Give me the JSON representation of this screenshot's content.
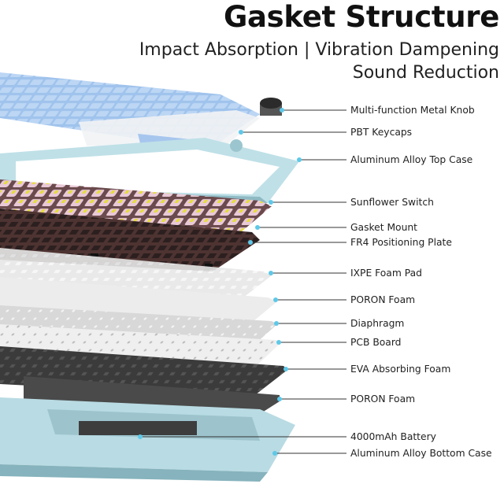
{
  "header": {
    "title": "Gasket Structure",
    "subtitle_line1": "Impact Absorption | Vibration Dampening",
    "subtitle_line2": "Sound Reduction"
  },
  "layers": [
    {
      "label": "Multi-function Metal Knob"
    },
    {
      "label": "PBT Keycaps"
    },
    {
      "label": "Aluminum Alloy Top Case"
    },
    {
      "label": "Sunflower Switch"
    },
    {
      "label": "Gasket Mount"
    },
    {
      "label": "FR4 Positioning Plate"
    },
    {
      "label": "IXPE Foam Pad"
    },
    {
      "label": "PORON Foam"
    },
    {
      "label": "Diaphragm"
    },
    {
      "label": "PCB Board"
    },
    {
      "label": "EVA Absorbing Foam"
    },
    {
      "label": "PORON Foam"
    },
    {
      "label": "4000mAh Battery"
    },
    {
      "label": "Aluminum Alloy Bottom Case"
    }
  ],
  "colors": {
    "case_blue": "#b9dbe3",
    "keycap_blue": "#a9c9ee",
    "keycap_white": "#f2f4f6",
    "plate_brown": "#4a3230",
    "foam_gray": "#e3e3e3",
    "eva_black": "#3a3a3a",
    "leader_line": "#333333",
    "dot_cyan": "#5ec8e8"
  }
}
